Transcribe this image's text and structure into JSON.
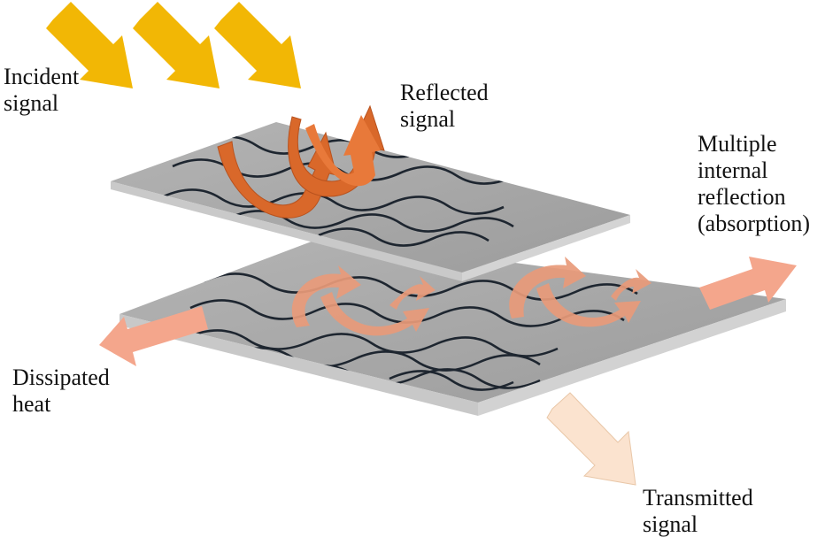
{
  "labels": {
    "incident": [
      "Incident",
      "signal"
    ],
    "reflected": [
      "Reflected",
      "signal"
    ],
    "multiple": [
      "Multiple",
      "internal",
      "reflection",
      "(absorption)"
    ],
    "dissipated": [
      "Dissipated",
      "heat"
    ],
    "transmitted": [
      "Transmitted",
      "signal"
    ]
  },
  "colors": {
    "incident_arrow": "#F2B705",
    "reflected_arrow": "#D9682A",
    "reflected_arrow_light": "#E8793A",
    "internal_arrow": "#E89A7A",
    "side_arrow": "#F4A68C",
    "transmitted_arrow": "#FBE3CF",
    "sheet_top": "#A8A8A8",
    "sheet_edge": "#C9C9C9",
    "fiber": "#1E2630"
  }
}
